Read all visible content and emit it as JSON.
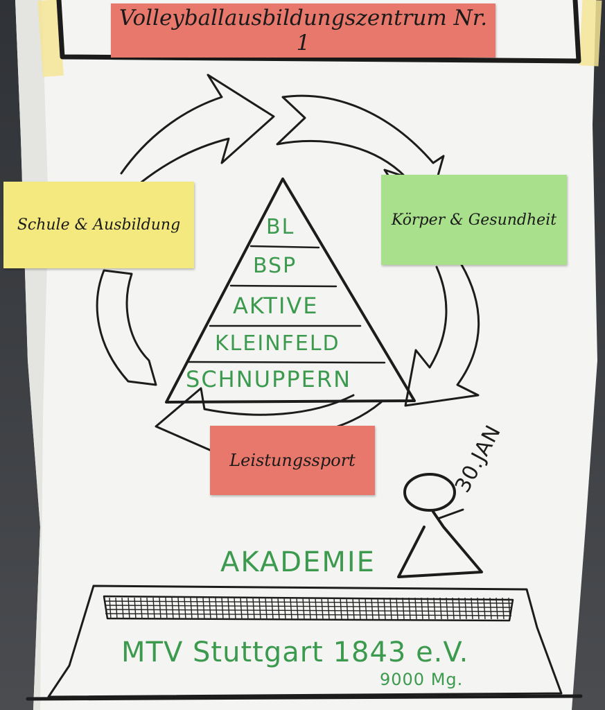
{
  "title_note": "Volleyballausbildungszentrum Nr. 1",
  "left_note": "Schule & Ausbildung",
  "right_note": "Körper & Gesundheit",
  "bottom_note": "Leistungssport",
  "pyramid_levels": [
    "BL",
    "BSP",
    "AKTIVE",
    "KLEINFELD",
    "SCHNUPPERN"
  ],
  "player_date": "30.JAN",
  "academy_label": "AKADEMIE",
  "club_name": "MTV Stuttgart 1843 e.V.",
  "members_note": "9000 Mg.",
  "colors": {
    "red_note": "#e8786b",
    "yellow_note": "#f3e97f",
    "green_note": "#a9e08c",
    "marker_green": "#3c9a4e",
    "paper": "#f4f4f2"
  }
}
